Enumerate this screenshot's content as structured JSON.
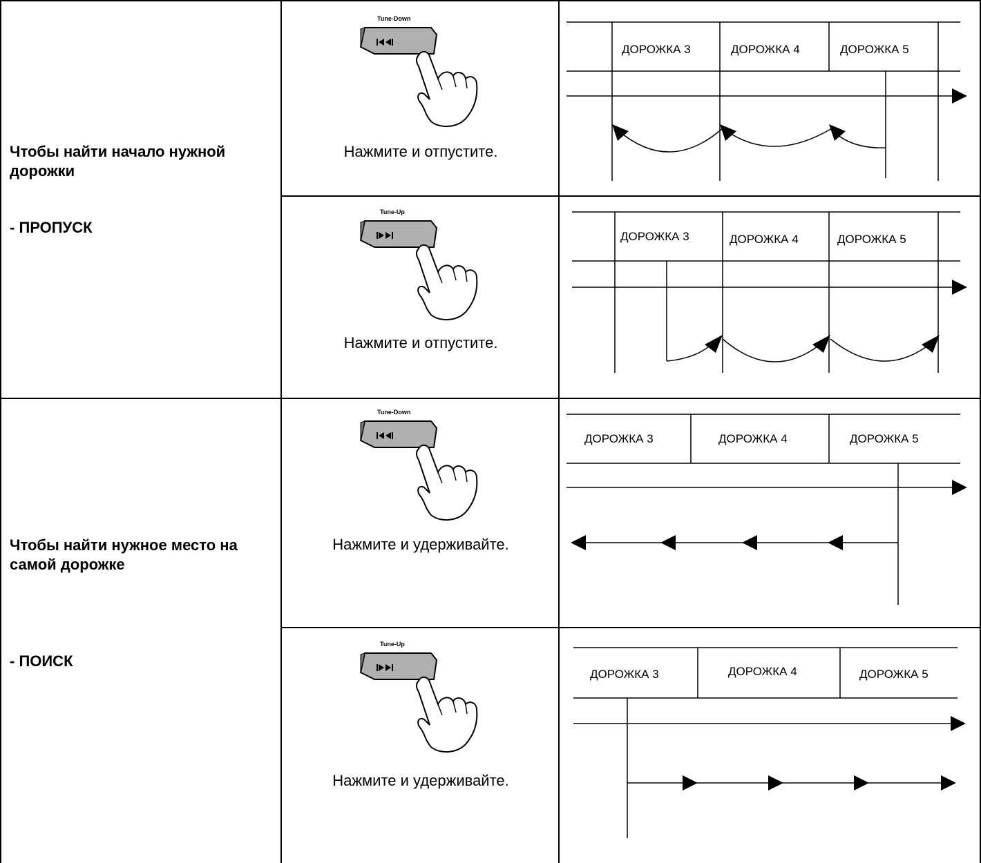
{
  "sections": [
    {
      "title": "Чтобы найти начало нужной дорожки",
      "mode": "- ПРОПУСК"
    },
    {
      "title": "Чтобы найти нужное место на самой дорожке",
      "mode": "- ПОИСК"
    }
  ],
  "rows": [
    {
      "button_label": "Tune-Down",
      "button_direction": "previous",
      "caption": "Нажмите и отпустите."
    },
    {
      "button_label": "Tune-Up",
      "button_direction": "next",
      "caption": "Нажмите и отпустите."
    },
    {
      "button_label": "Tune-Down",
      "button_direction": "previous",
      "caption": "Нажмите и удерживайте."
    },
    {
      "button_label": "Tune-Up",
      "button_direction": "next",
      "caption": "Нажмите и удерживайте."
    }
  ],
  "tracks": [
    "ДОРОЖКА 3",
    "ДОРОЖКА 4",
    "ДОРОЖКА 5"
  ],
  "icons": [
    "hand-press-icon",
    "previous-track-icon",
    "next-track-icon",
    "arrow-right-icon",
    "arrow-left-icon"
  ]
}
